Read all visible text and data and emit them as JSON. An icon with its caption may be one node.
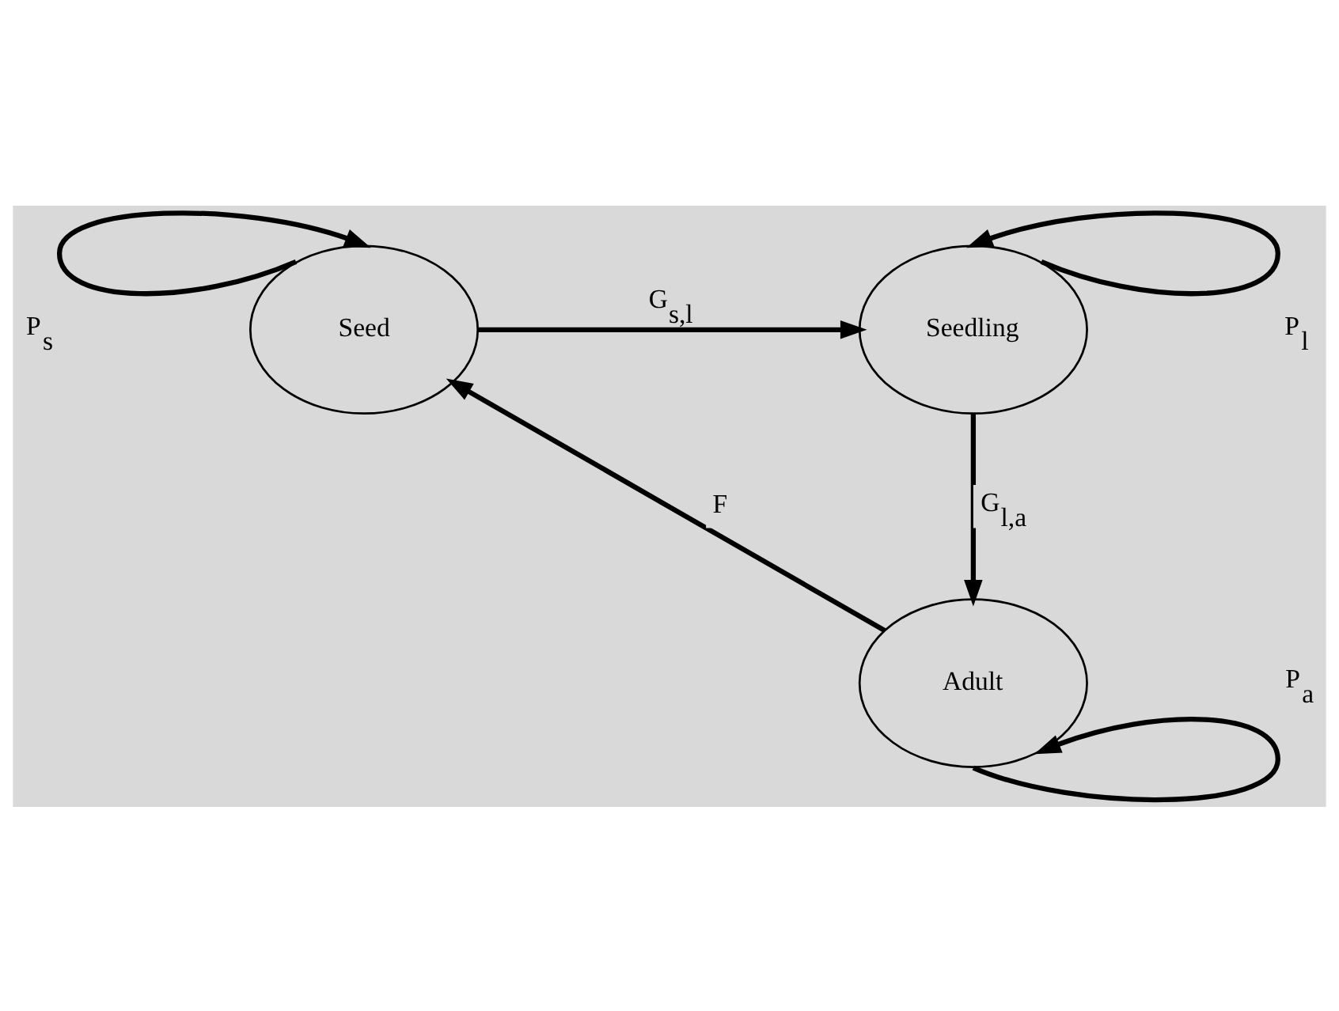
{
  "diagram": {
    "nodes": [
      {
        "text": [
          "Seed"
        ]
      },
      {
        "text": [
          "Seedling"
        ]
      },
      {
        "text": [
          "Adult"
        ]
      }
    ],
    "edges": [
      {
        "from": 0,
        "to": 0,
        "arrow": "to",
        "label": "P$_{s}$"
      },
      {
        "from": 0,
        "to": 1,
        "arrow": "to",
        "label": "G$_{s,l}$"
      },
      {
        "from": 1,
        "to": 1,
        "arrow": "to",
        "label": "P$_{l}$"
      },
      {
        "from": 1,
        "to": 2,
        "arrow": "to",
        "label": "G$_{l,a}$"
      },
      {
        "from": 2,
        "to": 0,
        "arrow": "to",
        "label": "F"
      },
      {
        "from": 2,
        "to": 2,
        "arrow": "to",
        "label": "P$_{a}$"
      }
    ]
  }
}
